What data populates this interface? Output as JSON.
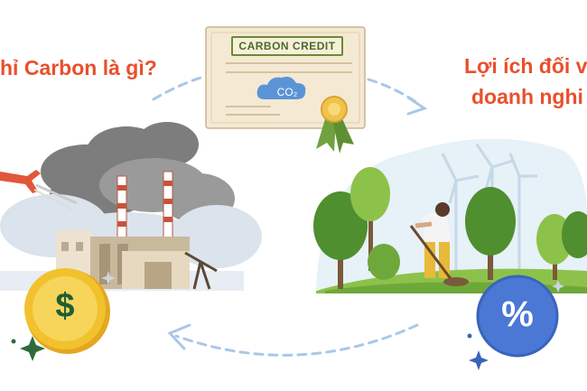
{
  "headings": {
    "left": "hỉ Carbon là gì?",
    "right_line1": "Lợi ích đối v",
    "right_line2": "doanh nghi"
  },
  "certificate": {
    "title": "CARBON CREDIT",
    "badge": "CO₂"
  },
  "icons": {
    "coin": "$",
    "percent": "%"
  },
  "colors": {
    "headline": "#e9502c",
    "arrow": "#a9c8e8",
    "coin": "#f2c12e",
    "percent_badge": "#4a78d4",
    "cert_green": "#6b8a3a"
  }
}
